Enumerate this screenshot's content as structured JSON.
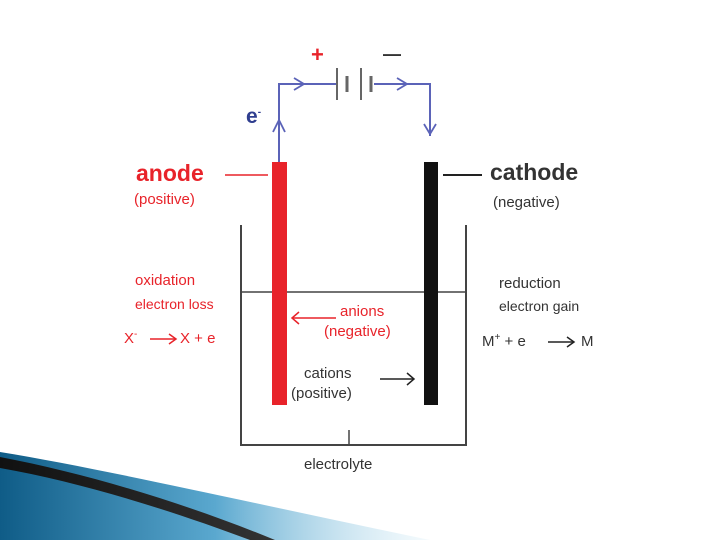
{
  "battery": {
    "positive_sign": "+",
    "negative_sign": "—"
  },
  "electron": {
    "symbol": "e",
    "charge": "-"
  },
  "anode": {
    "title": "anode",
    "polarity": "(positive)",
    "process": "oxidation",
    "process_detail": "electron loss",
    "reaction_reactant": "X",
    "reaction_reactant_charge": "-",
    "reaction_products": "X + e"
  },
  "cathode": {
    "title": "cathode",
    "polarity": "(negative)",
    "process": "reduction",
    "process_detail": "electron gain",
    "reaction_reactant": "M",
    "reaction_reactant_charge": "+",
    "reaction_middle": " + e",
    "reaction_product": "M"
  },
  "ions": {
    "anions_label": "anions",
    "anions_charge": "(negative)",
    "cations_label": "cations",
    "cations_charge": "(positive)"
  },
  "electrolyte_label": "electrolyte",
  "colors": {
    "anode": "#e8232a",
    "cathode": "#111111",
    "wire": "#5b63b8",
    "text_dark": "#333333",
    "accent_blue": "#2f3e8f"
  }
}
